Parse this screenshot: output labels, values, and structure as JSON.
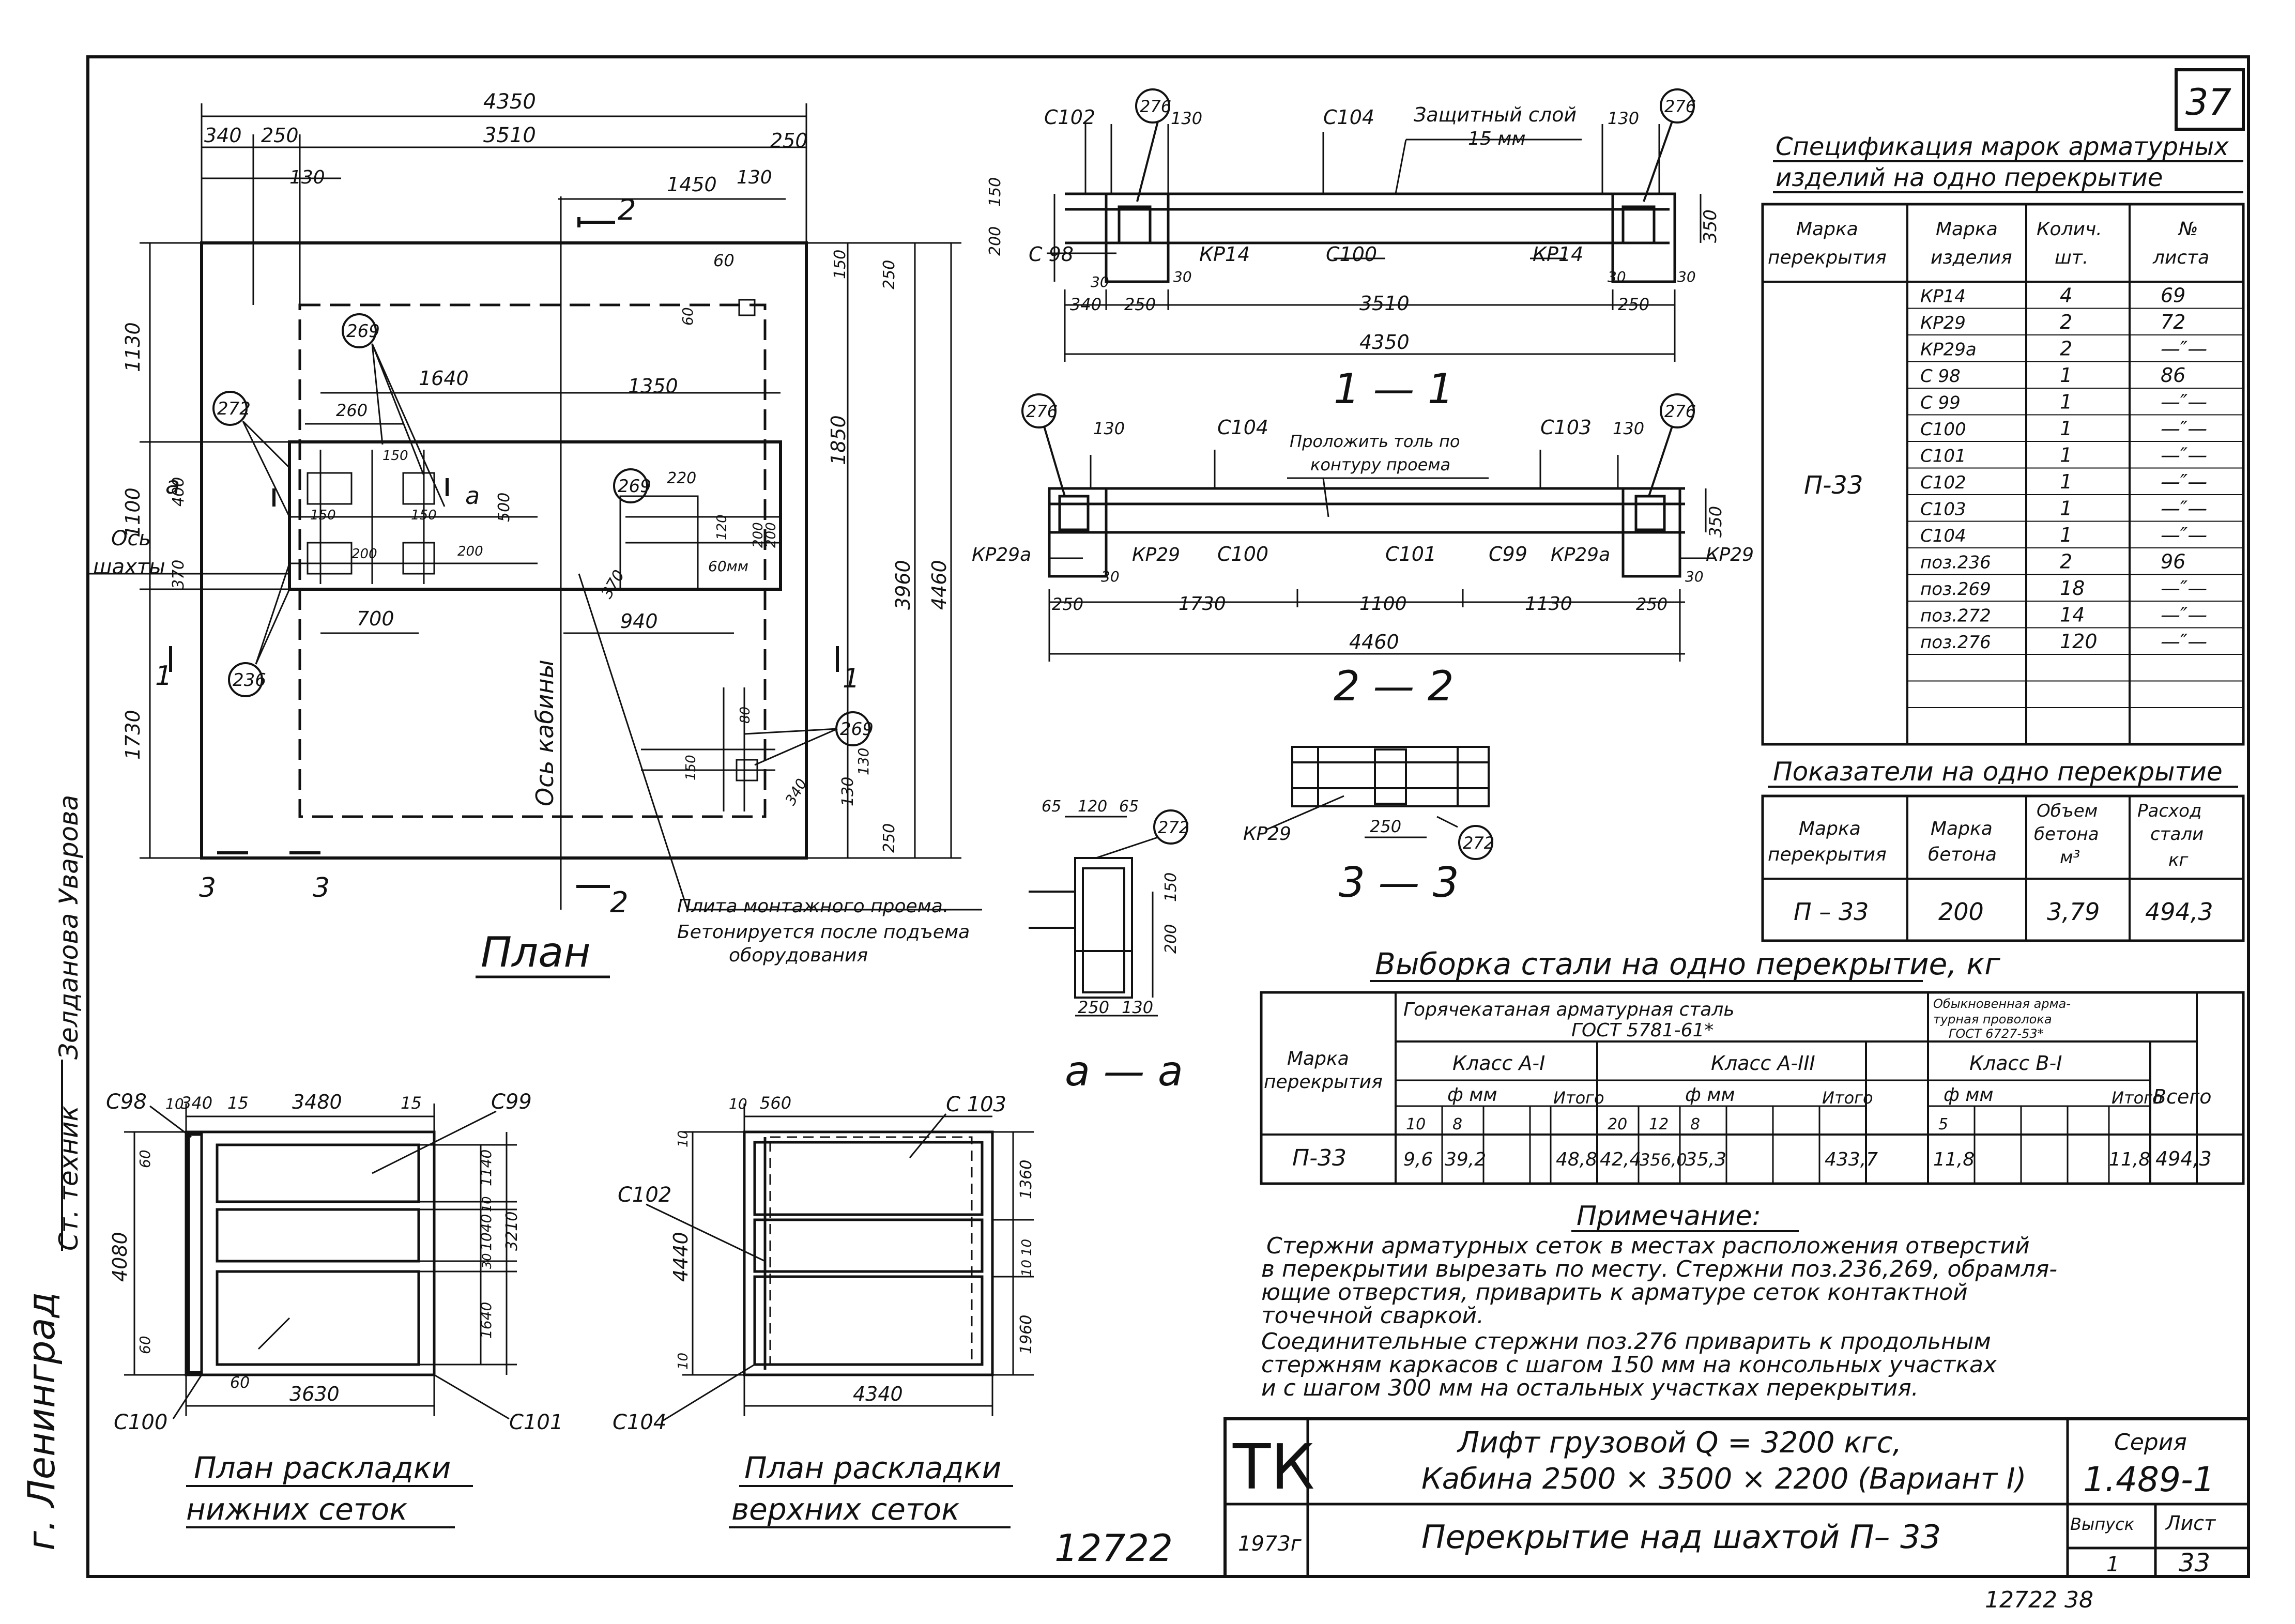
{
  "sheet_no": "37",
  "side": {
    "city": "г. Ленинград",
    "tech": "Ст. техник",
    "name": "Зелданова Уварова"
  },
  "plan": {
    "title": "План",
    "dims": {
      "top_total": "4350",
      "top_left_a": "340",
      "top_left_b": "250",
      "top_mid": "3510",
      "top_right": "250",
      "d130": "130",
      "d1450": "1450",
      "d130b": "130",
      "left_1130": "1130",
      "left_1100": "1100",
      "left_1730": "1730",
      "left_400": "400",
      "left_370": "370",
      "right_150": "150",
      "right_250": "250",
      "right_1850": "1850",
      "right_3960": "3960",
      "right_4460": "4460",
      "right_130": "130",
      "right_250b": "250",
      "d60": "60",
      "d60v": "60",
      "d1640": "1640",
      "d1350": "1350",
      "d260": "260",
      "d150a": "150",
      "d150b": "150",
      "d150c": "150",
      "d200": "200",
      "d200b": "200",
      "d500": "500",
      "d220": "220",
      "d120": "120",
      "d200c": "200",
      "d200d": "200",
      "d370": "370",
      "d60mm": "60мм",
      "d700": "700",
      "d940": "940",
      "d80": "80",
      "d150d": "150",
      "d340": "340",
      "d130c": "130"
    },
    "tags": {
      "t272": "272",
      "t269a": "269",
      "t269b": "269",
      "t269c": "269",
      "t236": "236"
    },
    "labels": {
      "axis_shaft_1": "Ось",
      "axis_shaft_2": "шахты",
      "axis_cabin": "Ось кабины",
      "cut_a1": "a",
      "cut_a2": "a",
      "cut_1l": "1",
      "cut_1r": "1",
      "cut_2t": "2",
      "cut_2b": "2",
      "cut_3l": "3",
      "cut_3r": "3",
      "mount_note_1": "Плита монтажного проема.",
      "mount_note_2": "Бетонируется после подъема",
      "mount_note_3": "оборудования"
    }
  },
  "section11": {
    "title": "1 — 1",
    "labels": {
      "c102": "С102",
      "c104": "С104",
      "c98": "С 98",
      "c100": "С100",
      "kr14a": "КР14",
      "kr14b": "КР14",
      "protect1": "Защитный слой",
      "protect2": "15 мм",
      "t276a": "276",
      "t276b": "276"
    },
    "dims": {
      "d130a": "130",
      "d130b": "130",
      "d200": "200",
      "d150": "150",
      "d350": "350",
      "d30a": "30",
      "d30b": "30",
      "d30c": "30",
      "d30d": "30",
      "d340": "340",
      "d250a": "250",
      "d3510": "3510",
      "d250b": "250",
      "d4350": "4350"
    }
  },
  "section22": {
    "title": "2 — 2",
    "labels": {
      "c104": "С104",
      "c103": "С103",
      "c100": "С100",
      "c101": "С101",
      "c99": "С99",
      "kr29a_l": "КР29а",
      "kr29_l": "КР29",
      "kr29a_r": "КР29а",
      "kr29_r": "КР29",
      "tol1": "Проложить толь по",
      "tol2": "контуру проема",
      "t276a": "276",
      "t276b": "276"
    },
    "dims": {
      "d130a": "130",
      "d130b": "130",
      "d350": "350",
      "d30a": "30",
      "d30b": "30",
      "d250a": "250",
      "d1730": "1730",
      "d1100": "1100",
      "d1130": "1130",
      "d250b": "250",
      "d4460": "4460"
    }
  },
  "section33": {
    "title": "3 — 3",
    "kr29": "КР29",
    "d250": "250",
    "t272": "272"
  },
  "sectionaa": {
    "title": "а — а",
    "dims": {
      "d65a": "65",
      "d120": "120",
      "d65b": "65",
      "d200": "200",
      "d150": "150",
      "d250": "250",
      "d130": "130"
    },
    "t272": "272"
  },
  "lower_mesh": {
    "title1": "План раскладки",
    "title2": "нижних сеток",
    "labels": {
      "c98": "С98",
      "c99": "С99",
      "c100": "С100",
      "c101": "С101"
    },
    "dims": {
      "d10": "10",
      "d340": "340",
      "d15a": "15",
      "d3480": "3480",
      "d15b": "15",
      "d60a": "60",
      "d60b": "60",
      "d60c": "60",
      "d4080": "4080",
      "d1140": "1140",
      "d1040": "1040",
      "d10a": "10",
      "d30": "30",
      "d1640": "1640",
      "d3210": "3210",
      "d3630": "3630"
    }
  },
  "upper_mesh": {
    "title1": "План раскладки",
    "title2": "верхних сеток",
    "labels": {
      "c103": "С 103",
      "c102": "С102",
      "c104": "С104"
    },
    "dims": {
      "d10": "10",
      "d560": "560",
      "d10a": "10",
      "d10b": "10",
      "d4440": "4440",
      "d1360": "1360",
      "d10c": "10",
      "d10d": "10",
      "d1960": "1960",
      "d4340": "4340"
    }
  },
  "spec": {
    "title1": "Спецификация марок арматурных",
    "title2": "изделий на одно перекрытие",
    "headers": [
      [
        "Марка",
        "перекрытия"
      ],
      [
        "Марка",
        "изделия"
      ],
      [
        "Колич.",
        "шт."
      ],
      [
        "№",
        "листа"
      ]
    ],
    "mark": "П-33",
    "rows": [
      [
        "КР14",
        "4",
        "69"
      ],
      [
        "КР29",
        "2",
        "72"
      ],
      [
        "КР29а",
        "2",
        "—″—"
      ],
      [
        "С 98",
        "1",
        "86"
      ],
      [
        "С 99",
        "1",
        "—″—"
      ],
      [
        "С100",
        "1",
        "—″—"
      ],
      [
        "С101",
        "1",
        "—″—"
      ],
      [
        "С102",
        "1",
        "—″—"
      ],
      [
        "С103",
        "1",
        "—″—"
      ],
      [
        "С104",
        "1",
        "—″—"
      ],
      [
        "поз.236",
        "2",
        "96"
      ],
      [
        "поз.269",
        "18",
        "—″—"
      ],
      [
        "поз.272",
        "14",
        "—″—"
      ],
      [
        "поз.276",
        "120",
        "—″—"
      ]
    ]
  },
  "indicators": {
    "title": "Показатели на одно перекрытие",
    "headers": [
      [
        "Марка",
        "перекрытия"
      ],
      [
        "Марка",
        "бетона"
      ],
      [
        "Объем",
        "бетона",
        "м³"
      ],
      [
        "Расход",
        "стали",
        "кг"
      ]
    ],
    "values": [
      "П – 33",
      "200",
      "3,79",
      "494,3"
    ]
  },
  "steel": {
    "title": "Выборка стали на одно перекрытие, кг",
    "mark_header1": "Марка",
    "mark_header2": "перекрытия",
    "hot_rolled1": "Горячекатаная арматурная сталь",
    "hot_rolled2": "ГОСТ 5781-61*",
    "wire1": "Обыкновенная арма-",
    "wire2": "турная проволока",
    "wire3": "ГОСТ 6727-53*",
    "class_a1": "Класс А-I",
    "class_a3": "Класс А-III",
    "class_b1": "Класс В-I",
    "phi": "ф мм",
    "itogo": "Итого",
    "vsego": "Всего",
    "d10": "10",
    "d8": "8",
    "d20": "20",
    "d12": "12",
    "d8b": "8",
    "d5": "5",
    "row": {
      "mark": "П-33",
      "a1_10": "9,6",
      "a1_8": "39,2",
      "a1_total": "48,8",
      "a3_20": "42,4",
      "a3_12": "356,0",
      "a3_8": "35,3",
      "a3_total": "433,7",
      "b1_5": "11,8",
      "b1_total": "11,8",
      "total": "494,3"
    }
  },
  "note": {
    "title": "Примечание:",
    "lines": [
      "Стержни арматурных сеток в местах расположения отверстий",
      "в перекрытии вырезать по месту. Стержни поз.236,269, обрамля-",
      "ющие отверстия, приварить к арматуре сеток контактной",
      "точечной сваркой.",
      "Соединительные стержни поз.276 приварить к продольным",
      "стержням каркасов с шагом 150 мм на консольных участках",
      "и с шагом 300 мм на остальных участках перекрытия."
    ]
  },
  "titleblock": {
    "org": "ТК",
    "year": "1973г",
    "line1": "Лифт грузовой Q = 3200 кгс,",
    "line2": "Кабина 2500 × 3500 × 2200 (Вариант I)",
    "line3": "Перекрытие над шахтой П– 33",
    "series_label": "Серия",
    "series_value": "1.489-1",
    "issue_label": "Выпуск",
    "issue_value": "1",
    "sheet_label": "Лист",
    "sheet_value": "33"
  },
  "stamp": "12722",
  "stamp_small": "12722   38"
}
